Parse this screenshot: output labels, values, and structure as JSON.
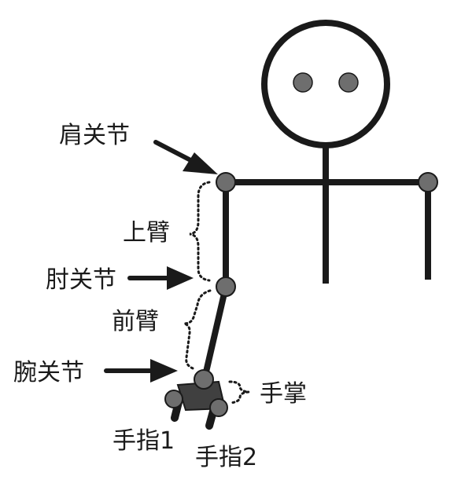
{
  "labels": {
    "shoulder": "肩关节",
    "upper_arm": "上臂",
    "elbow": "肘关节",
    "forearm": "前臂",
    "wrist": "腕关节",
    "palm": "手掌",
    "finger1": "手指1",
    "finger2": "手指2"
  },
  "colors": {
    "ink": "#1a1a1a",
    "joint": "#6e6e6e",
    "palm": "#404040"
  }
}
